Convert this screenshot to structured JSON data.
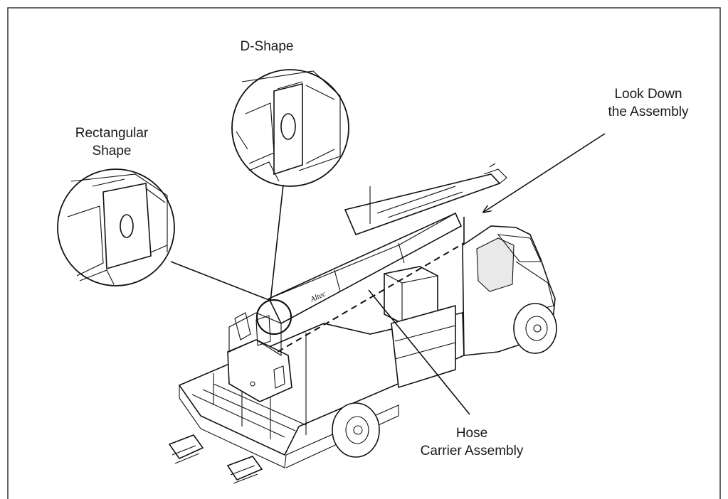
{
  "labels": {
    "d_shape": "D-Shape",
    "rectangular_line1": "Rectangular",
    "rectangular_line2": "Shape",
    "look_down_line1": "Look Down",
    "look_down_line2": "the Assembly",
    "hose_line1": "Hose",
    "hose_line2": "Carrier Assembly",
    "boom_logo": "Altec"
  },
  "icons": {
    "vehicle": "boom-truck-illustration",
    "detail_d": "d-shape-detail-inset",
    "detail_rect": "rectangular-shape-detail-inset"
  },
  "colors": {
    "line": "#111111",
    "background": "#ffffff",
    "frame": "#333333"
  }
}
